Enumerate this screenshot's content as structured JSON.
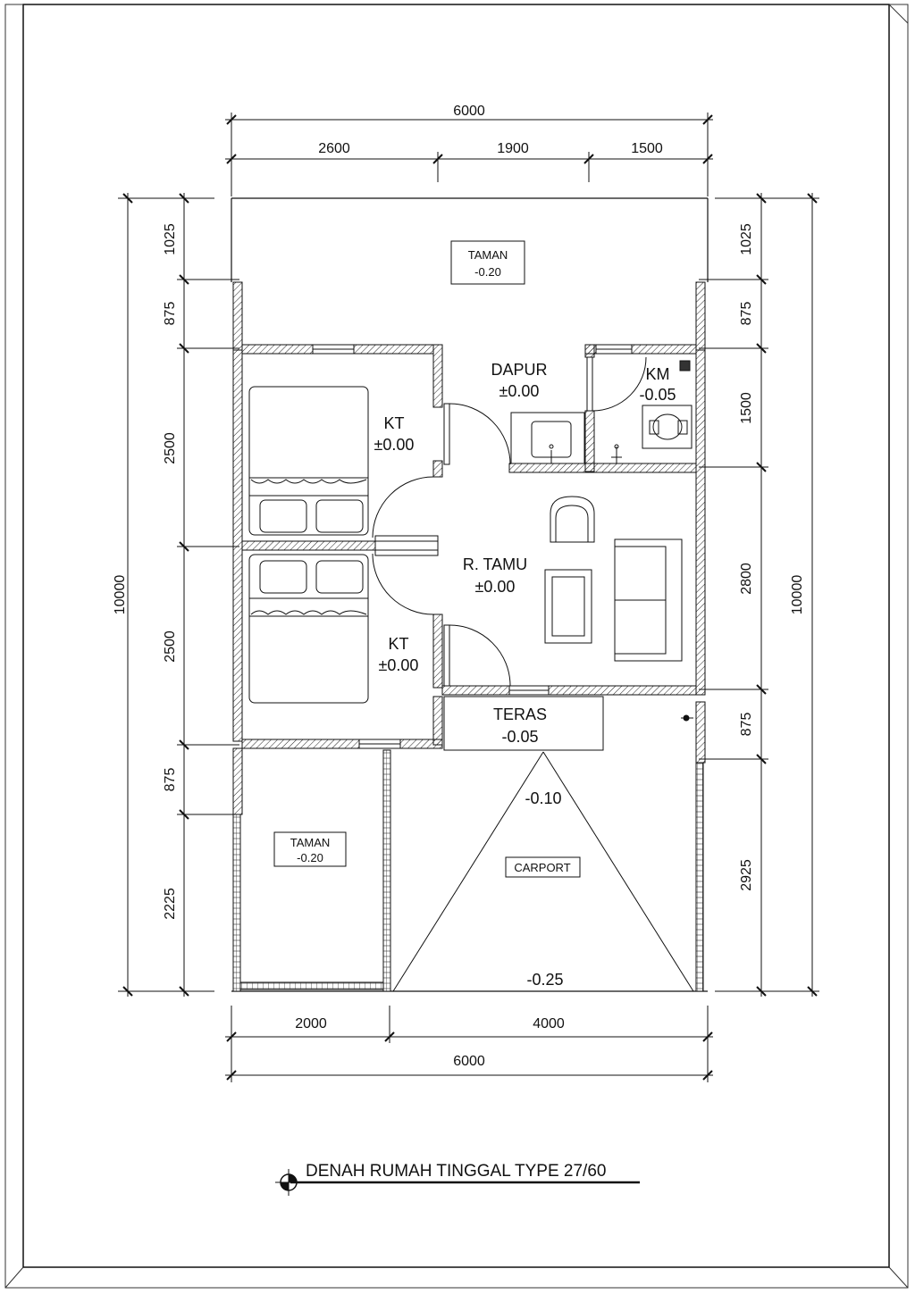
{
  "title": "DENAH RUMAH TINGGAL TYPE 27/60",
  "dimensions": {
    "top_total": "6000",
    "top_segments": [
      "2600",
      "1900",
      "1500"
    ],
    "bottom_segments": [
      "2000",
      "4000"
    ],
    "bottom_total": "6000",
    "left_total": "10000",
    "left_segments": [
      "1025",
      "875",
      "2500",
      "2500",
      "875",
      "2225"
    ],
    "right_total": "10000",
    "right_segments": [
      "1025",
      "875",
      "1500",
      "2800",
      "875",
      "2925"
    ]
  },
  "rooms": {
    "taman_top": {
      "name": "TAMAN",
      "level": "-0.20"
    },
    "dapur": {
      "name": "DAPUR",
      "level": "±0.00"
    },
    "km": {
      "name": "KM",
      "level": "-0.05"
    },
    "kt_top": {
      "name": "KT",
      "level": "±0.00"
    },
    "r_tamu": {
      "name": "R. TAMU",
      "level": "±0.00"
    },
    "kt_bottom": {
      "name": "KT",
      "level": "±0.00"
    },
    "teras": {
      "name": "TERAS",
      "level": "-0.05"
    },
    "taman_bottom": {
      "name": "TAMAN",
      "level": "-0.20"
    },
    "carport": {
      "name": "CARPORT",
      "level_top": "-0.10",
      "level_bottom": "-0.25"
    }
  }
}
